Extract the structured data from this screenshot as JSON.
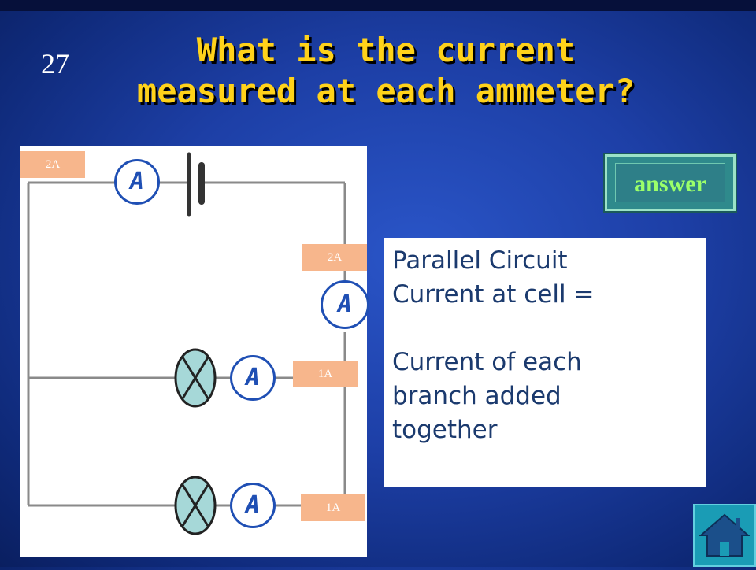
{
  "slide": {
    "number": "27",
    "title_line1": "What is the current",
    "title_line2": "measured at each ammeter?"
  },
  "circuit": {
    "ammeter_symbol": "A",
    "labels": {
      "cell": "2A",
      "main": "2A",
      "branch1": "1A",
      "branch2": "1A"
    }
  },
  "answer_button": {
    "label": "answer"
  },
  "answer_panel": {
    "lines": [
      "Parallel Circuit",
      "Current at cell =",
      "",
      "Current of each",
      "branch added",
      "together"
    ]
  },
  "home_button": {
    "icon": "home-icon"
  },
  "colors": {
    "title": "#ffd21a",
    "label_box": "#f7b68c",
    "ammeter": "#1f4fb4",
    "lamp": "#a6d8d8",
    "answer_text": "#9bff6a",
    "answer_button": "#2f8a8c",
    "home_button": "#1a9cb5"
  }
}
